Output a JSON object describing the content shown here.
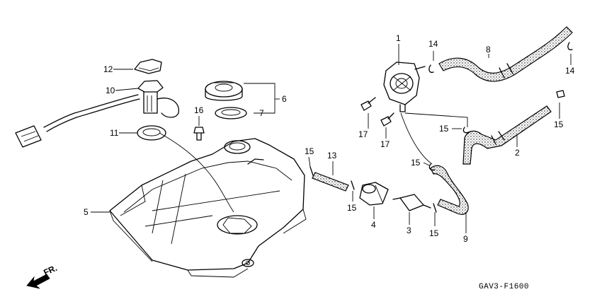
{
  "diagram": {
    "code": "GAV3-F1600",
    "direction": "FR.",
    "callouts": {
      "c1": "1",
      "c2": "2",
      "c3": "3",
      "c4": "4",
      "c5": "5",
      "c6": "6",
      "c7": "7",
      "c8": "8",
      "c9": "9",
      "c10": "10",
      "c11": "11",
      "c12": "12",
      "c13": "13",
      "c14a": "14",
      "c14b": "14",
      "c15a": "15",
      "c15b": "15",
      "c15c": "15",
      "c15d": "15",
      "c15e": "15",
      "c15f": "15",
      "c16": "16",
      "c17a": "17",
      "c17b": "17"
    }
  }
}
